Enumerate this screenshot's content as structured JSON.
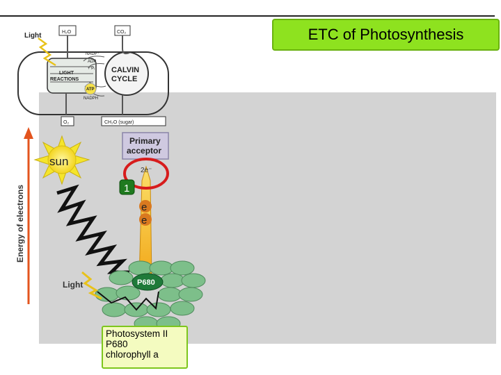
{
  "title": "ETC of Photosynthesis",
  "chloroplast": {
    "light_label": "Light",
    "h2o": "H₂O",
    "co2": "CO₂",
    "nadp": "NADP⁺",
    "adp": "ADP",
    "pi": "+ Pᵢ",
    "light_reactions_line1": "LIGHT",
    "light_reactions_line2": "REACTIONS",
    "calvin_line1": "CALVIN",
    "calvin_line2": "CYCLE",
    "atp": "ATP",
    "nadph": "NADPH",
    "o2": "O₂",
    "sugar": "CH₂O (sugar)"
  },
  "energy_axis_label": "Energy of electrons",
  "sun_label": "sun",
  "primary_acceptor_line1": "Primary",
  "primary_acceptor_line2": "acceptor",
  "two_e_label": "2e⁻",
  "step_number": "1",
  "electron_1": "e",
  "electron_2": "e",
  "light_label": "Light",
  "p680_label": "P680",
  "photosystem_box": {
    "line1": "Photosystem II",
    "line2": "P680",
    "line3": "chlorophyll a"
  },
  "colors": {
    "title_bg": "#8ee21f",
    "panel_gray": "#d3d3d3",
    "arrow_orange": "#e3541e",
    "sun_yellow": "#f5e52c",
    "circle_red": "#d71c1c",
    "badge_green": "#1f7a1f",
    "antenna_green": "#7dbf8a",
    "beam_yellow": "#f7d44a",
    "acceptor_lavender": "#cfc9e0"
  }
}
